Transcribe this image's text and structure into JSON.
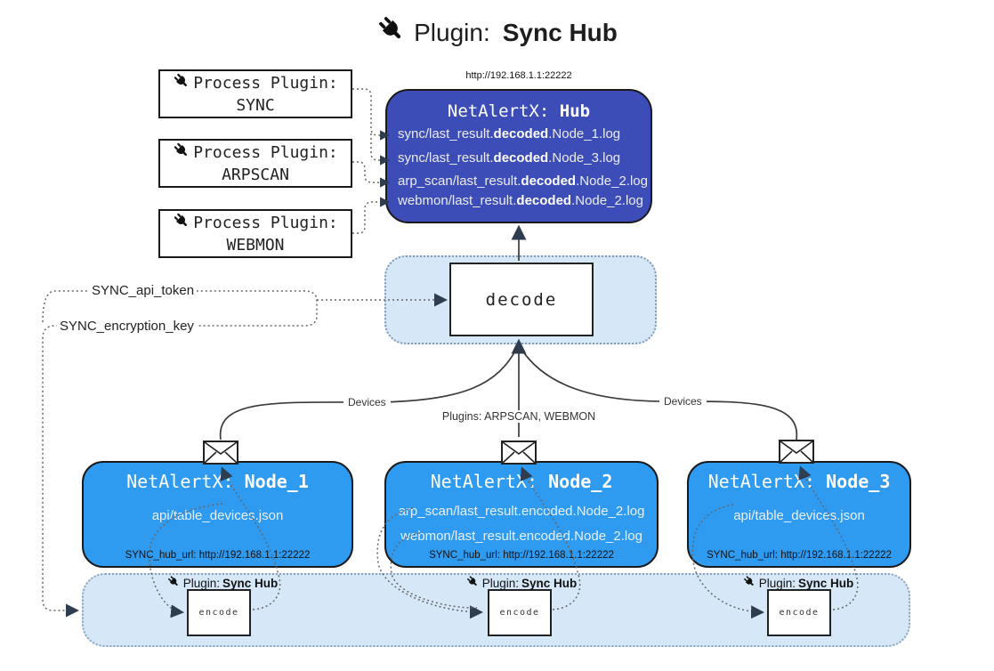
{
  "title": {
    "prefix": "Plugin:",
    "name": "Sync Hub"
  },
  "process_plugins": [
    {
      "label": "Process Plugin:",
      "name": "SYNC"
    },
    {
      "label": "Process Plugin:",
      "name": "ARPSCAN"
    },
    {
      "label": "Process Plugin:",
      "name": "WEBMON"
    }
  ],
  "hub": {
    "url": "http://192.168.1.1:22222",
    "title_prefix": "NetAlertX:",
    "title_name": "Hub",
    "entries": [
      {
        "pre": "sync/last_result.",
        "bold": "decoded",
        "post": ".Node_1.log"
      },
      {
        "pre": "sync/last_result.",
        "bold": "decoded",
        "post": ".Node_3.log"
      },
      {
        "pre": "arp_scan/last_result.",
        "bold": "decoded",
        "post": ".Node_2.log"
      },
      {
        "pre": "webmon/last_result.",
        "bold": "decoded",
        "post": ".Node_2.log"
      }
    ]
  },
  "decode_label": "decode",
  "secrets": {
    "api_token": "SYNC_api_token",
    "encryption_key": "SYNC_encryption_key"
  },
  "edges": {
    "devices_left": "Devices",
    "devices_right": "Devices",
    "plugins_mid": "Plugins: ARPSCAN, WEBMON"
  },
  "nodes": [
    {
      "title_prefix": "NetAlertX:",
      "title_name": "Node_1",
      "files": [
        "api/table_devices.json"
      ],
      "hub_url": "SYNC_hub_url: http://192.168.1.1:22222"
    },
    {
      "title_prefix": "NetAlertX:",
      "title_name": "Node_2",
      "files": [
        "arp_scan/last_result.encoded.Node_2.log",
        "webmon/last_result.encoded.Node_2.log"
      ],
      "hub_url": "SYNC_hub_url: http://192.168.1.1:22222"
    },
    {
      "title_prefix": "NetAlertX:",
      "title_name": "Node_3",
      "files": [
        "api/table_devices.json"
      ],
      "hub_url": "SYNC_hub_url: http://192.168.1.1:22222"
    }
  ],
  "encoder": {
    "label_prefix": "Plugin:",
    "label_name": "Sync Hub",
    "box_label": "encode"
  },
  "colors": {
    "hub_bg": "#3d4db7",
    "node_bg": "#2e9af0",
    "panel_bg": "#d6e8f8",
    "panel_border": "#7e99b5",
    "line": "#3a3a3a",
    "arrow": "#2e3d4f"
  }
}
